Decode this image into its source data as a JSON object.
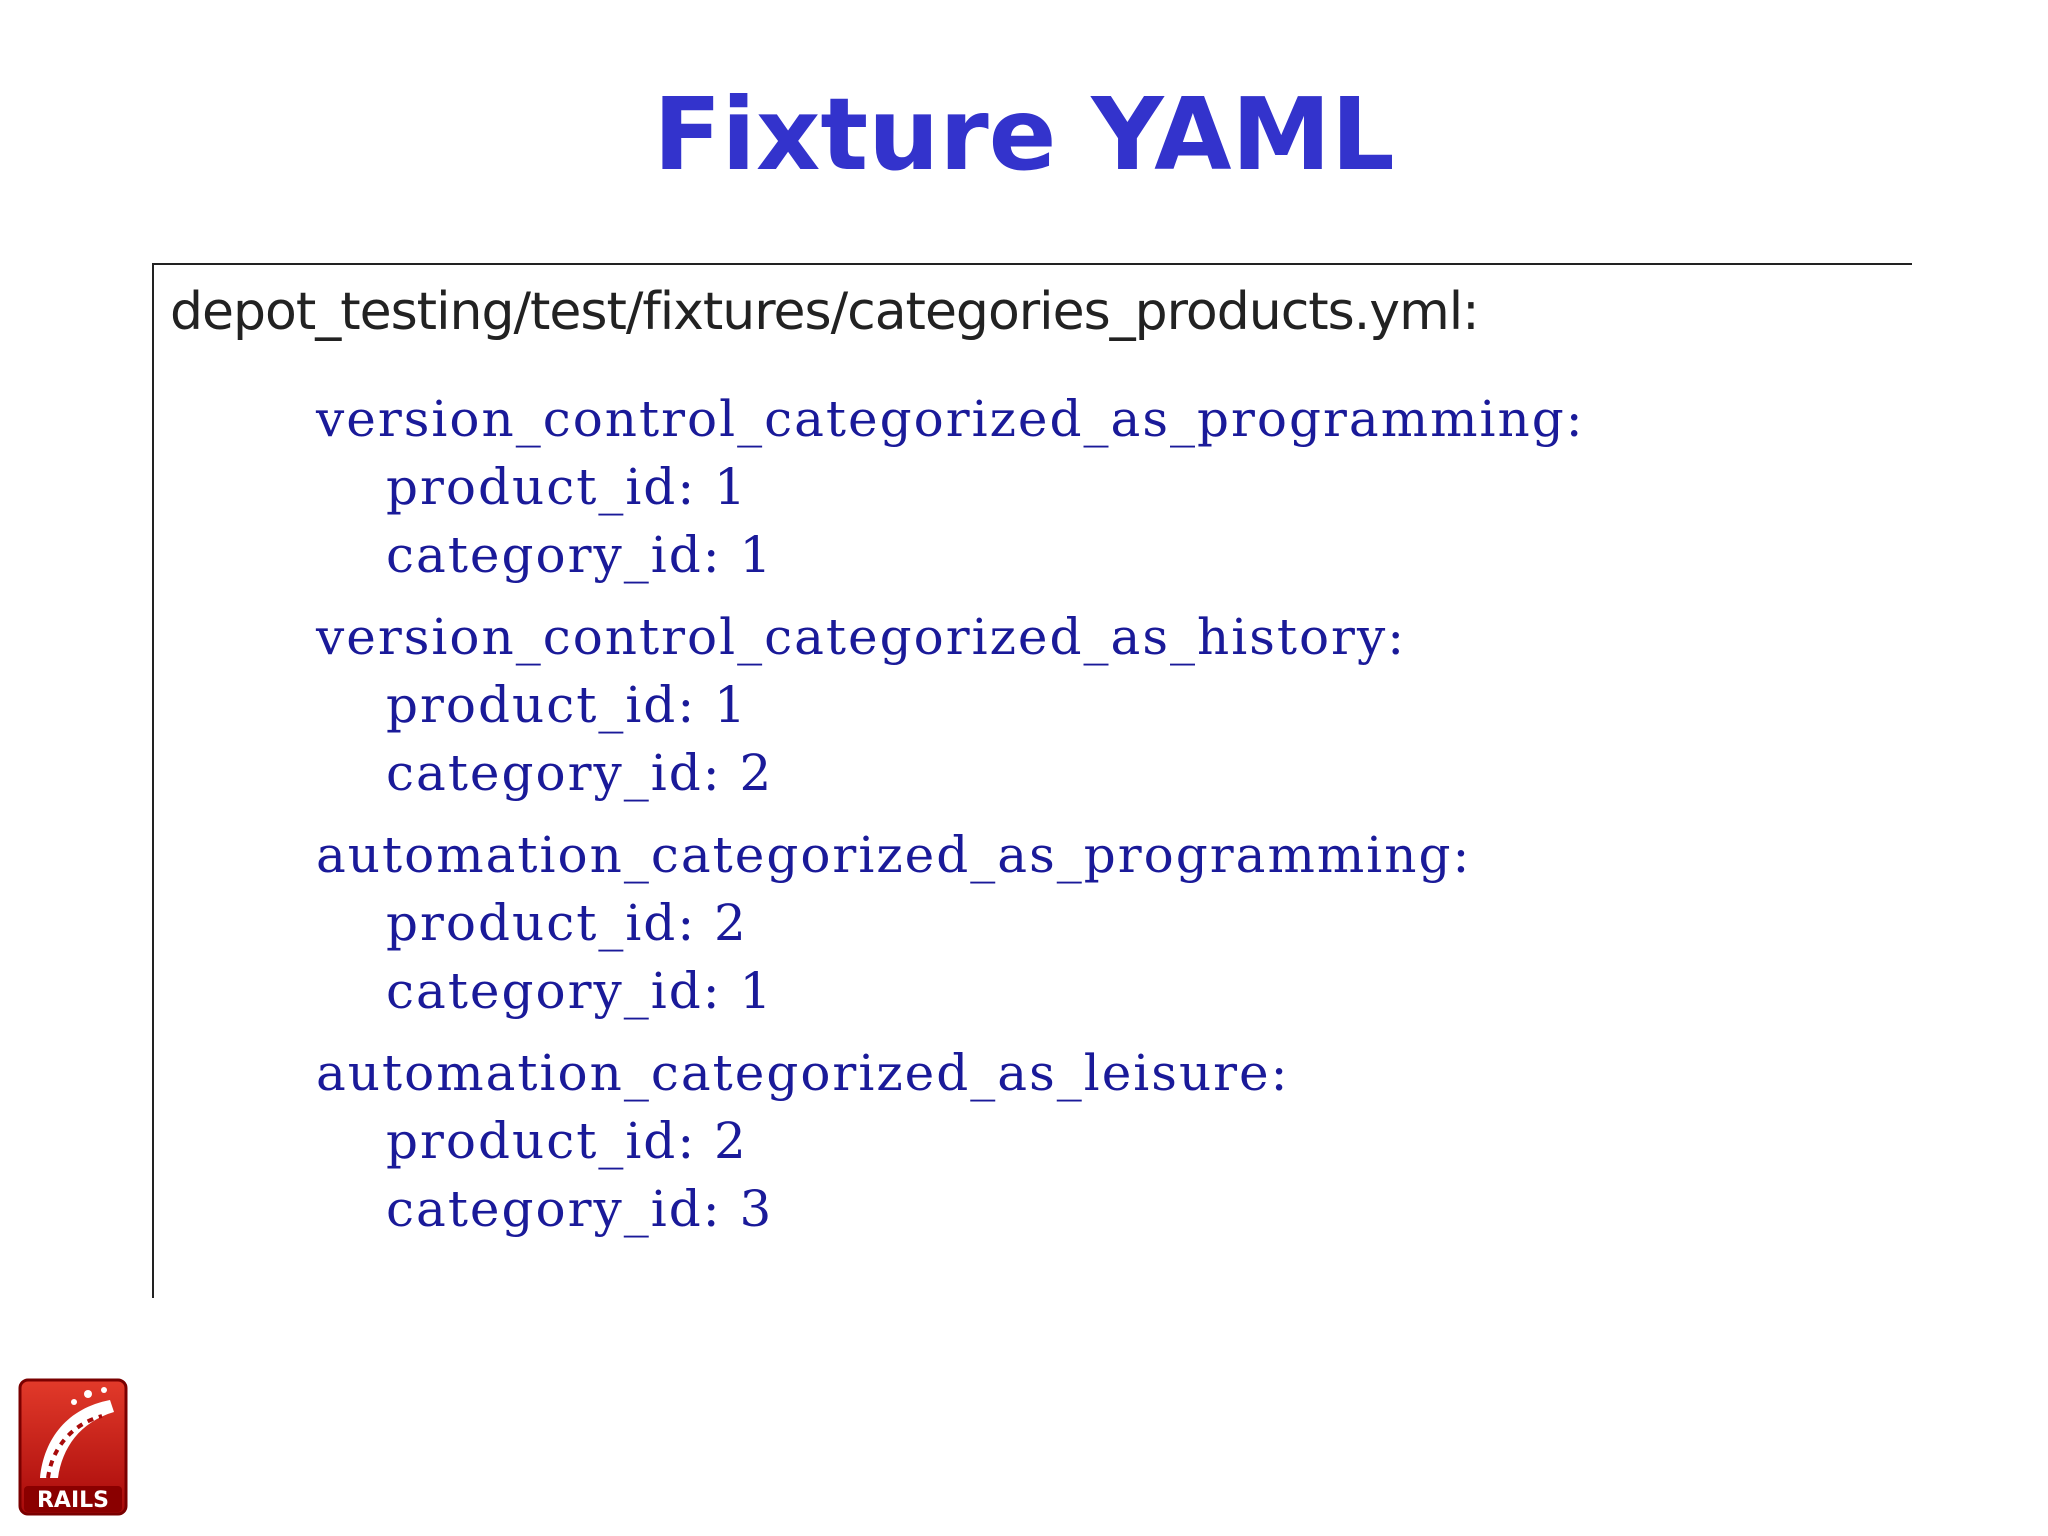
{
  "title": "Fixture YAML",
  "file_path": "depot_testing/test/fixtures/categories_products.yml:",
  "fixtures": [
    {
      "name": "version_control_categorized_as_programming:",
      "product_id": "product_id: 1",
      "category_id": "category_id: 1"
    },
    {
      "name": "version_control_categorized_as_history:",
      "product_id": "product_id: 1",
      "category_id": "category_id: 2"
    },
    {
      "name": "automation_categorized_as_programming:",
      "product_id": "product_id: 2",
      "category_id": "category_id: 1"
    },
    {
      "name": "automation_categorized_as_leisure:",
      "product_id": "product_id: 2",
      "category_id": "category_id: 3"
    }
  ],
  "logo": {
    "text": "RAILS",
    "icon": "rails-logo-icon",
    "color": "#cc0000"
  },
  "colors": {
    "title": "#3333cc",
    "code": "#1a1a99",
    "path": "#222222"
  }
}
